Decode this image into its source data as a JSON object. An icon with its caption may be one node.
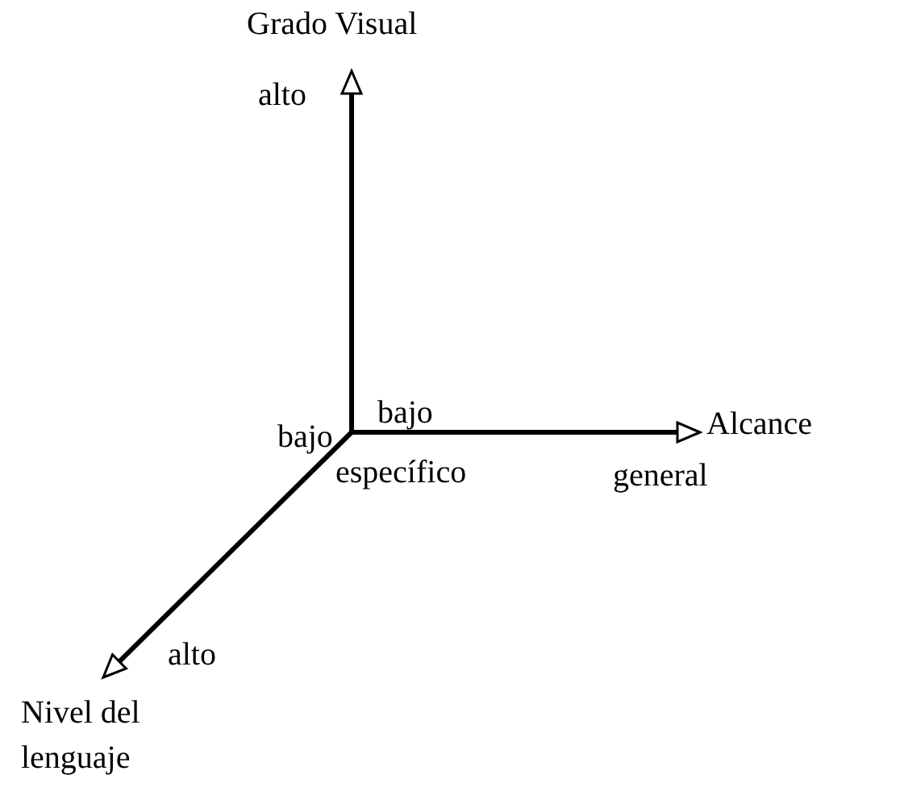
{
  "diagram": {
    "labels": [
      "Grado Visual",
      "alto",
      "bajo",
      "bajo",
      "Alcance",
      "específico",
      "general",
      "alto",
      "Nivel del lenguaje"
    ]
  }
}
